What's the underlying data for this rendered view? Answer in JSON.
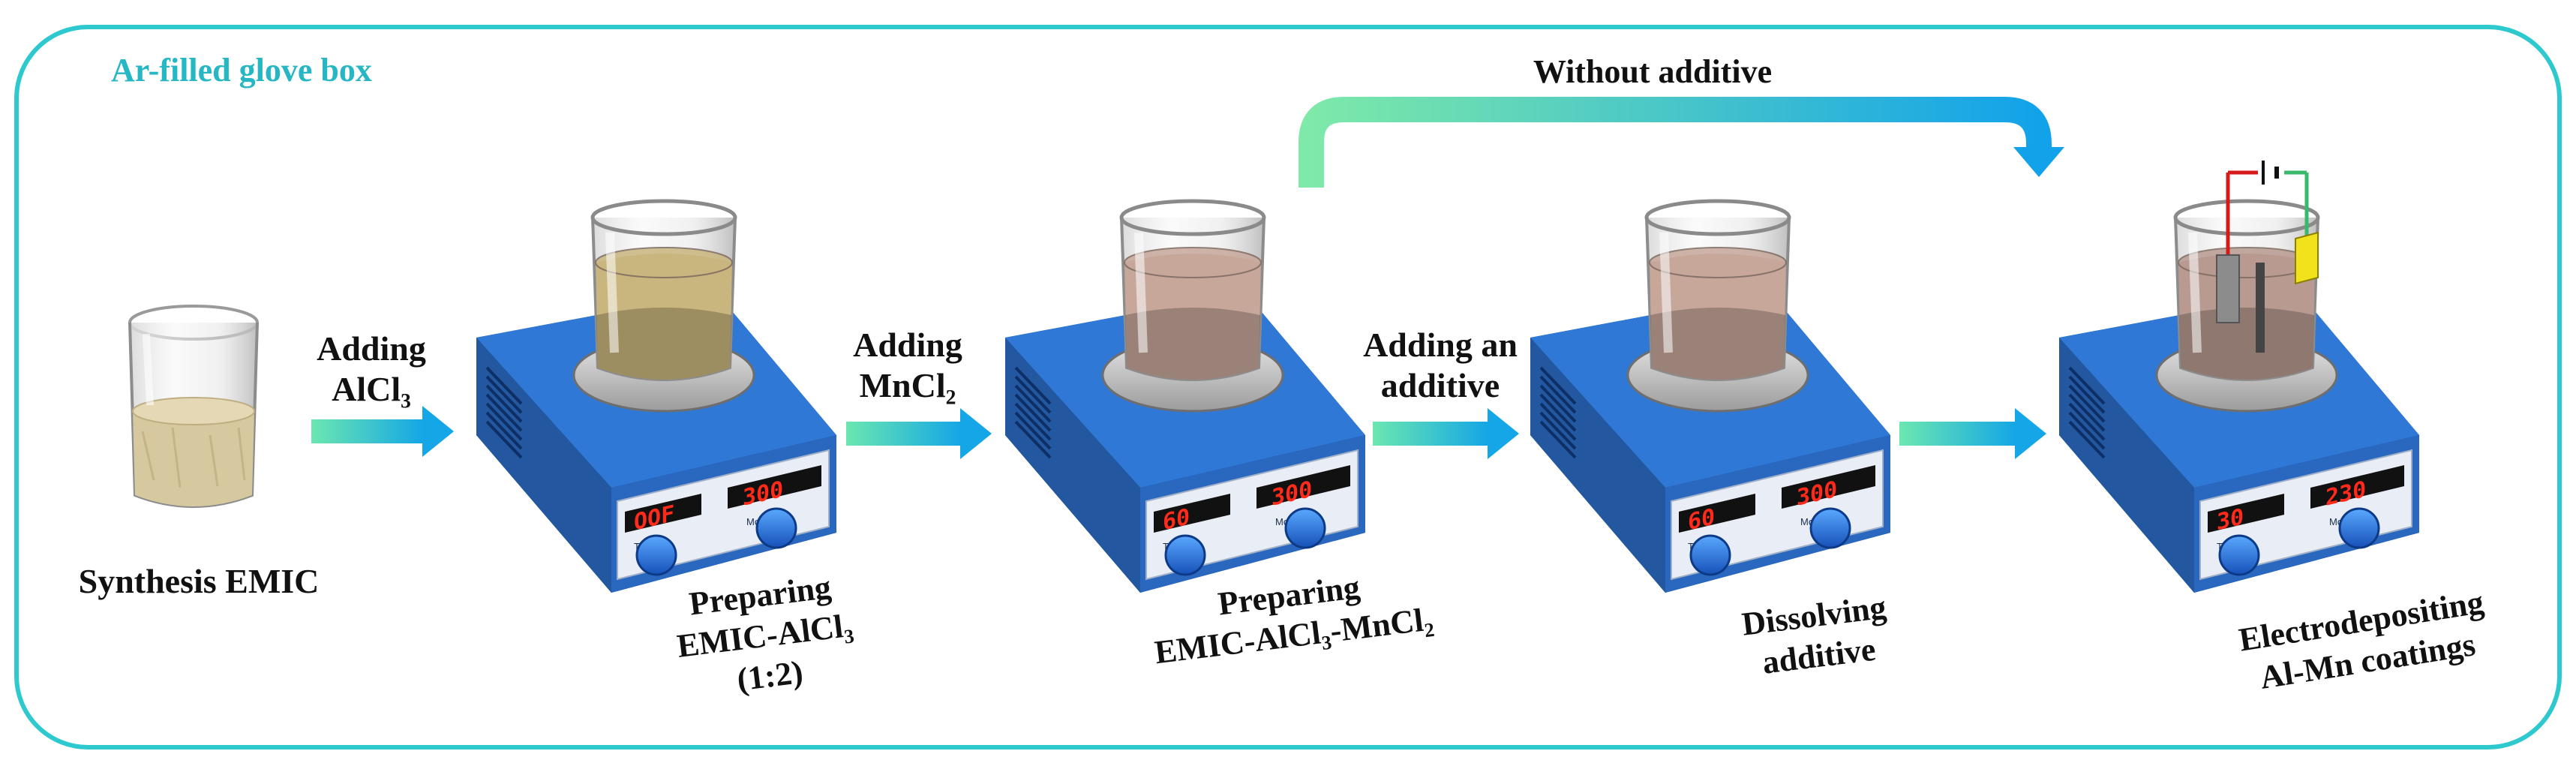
{
  "frame": {
    "title": "Ar-filled glove box",
    "accent": "#2ec8cf",
    "title_color": "#27b7c4"
  },
  "bypass": {
    "label": "Without additive"
  },
  "colors": {
    "stirrer_blue": "#2f78d6",
    "stirrer_blue_dark": "#1a4d9e",
    "display_bg": "#111111",
    "led_red": "#ff2a1a",
    "arrow_start": "#6be7b0",
    "arrow_end": "#14a6e6"
  },
  "steps": [
    {
      "id": "synthesis",
      "caption": [
        "Synthesis EMIC"
      ]
    },
    {
      "id": "alcl3",
      "caption": [
        "Preparing",
        "EMIC-AlCl₃",
        "(1:2)"
      ],
      "temp": "OOF",
      "rpm": "300",
      "liquid": "#c9b67e"
    },
    {
      "id": "mncl2",
      "caption": [
        "Preparing",
        "EMIC-AlCl₃-MnCl₂"
      ],
      "temp": "60",
      "rpm": "300",
      "liquid": "#c7a79a"
    },
    {
      "id": "dissolve",
      "caption": [
        "Dissolving",
        "additive"
      ],
      "temp": "60",
      "rpm": "300",
      "liquid": "#c7a79a"
    },
    {
      "id": "electro",
      "caption": [
        "Electrodepositing",
        "Al-Mn coatings"
      ],
      "temp": "30",
      "rpm": "230",
      "liquid": "#b89a90"
    }
  ],
  "arrows": [
    {
      "lines": [
        "Adding",
        "AlCl₃"
      ]
    },
    {
      "lines": [
        "Adding",
        "MnCl₂"
      ]
    },
    {
      "lines": [
        "Adding an",
        "additive"
      ]
    },
    {
      "lines": []
    }
  ],
  "panel": {
    "temp_label": "Temp ℃",
    "rpm_label": "Mot  rpm"
  }
}
